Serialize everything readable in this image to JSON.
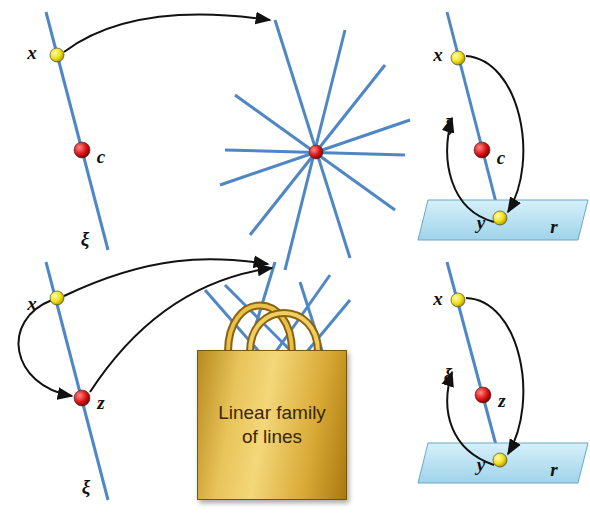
{
  "diagram": {
    "nodes": [
      {
        "text": [
          "Linear family of lines"
        ]
      }
    ],
    "labels": [
      "x",
      "c",
      "ξ",
      "x",
      "ξ",
      "c",
      "y",
      "r",
      "x",
      "z",
      "ξ",
      "x",
      "ξ",
      "z",
      "y",
      "r"
    ]
  }
}
